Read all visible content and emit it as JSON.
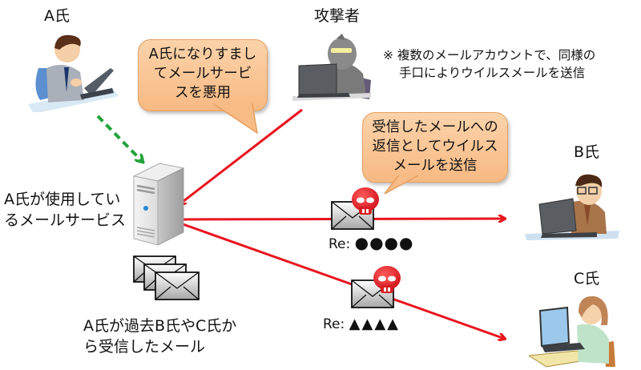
{
  "actors": {
    "person_a": {
      "name": "A氏"
    },
    "attacker": {
      "name": "攻撃者"
    },
    "person_b": {
      "name": "B氏"
    },
    "person_c": {
      "name": "C氏"
    }
  },
  "bubbles": {
    "impersonate": {
      "lines": [
        "A氏になりすまし",
        "てメールサービ",
        "スを悪用"
      ]
    },
    "reply_virus": {
      "lines": [
        "受信したメールへの",
        "返信としてウイルス",
        "メールを送信"
      ]
    }
  },
  "note": {
    "lines": [
      "※ 複数のメールアカウントで、同様の",
      "手口によりウイルスメールを送信"
    ]
  },
  "mail_service": {
    "lines": [
      "A氏が使用してい",
      "るメールサービス"
    ]
  },
  "past_mail": {
    "lines": [
      "A氏が過去B氏やC氏か",
      "ら受信したメール"
    ]
  },
  "virus_mails": [
    {
      "subject_prefix": "Re:",
      "subject_mask": "●●●●",
      "recipient": "B氏"
    },
    {
      "subject_prefix": "Re:",
      "subject_mask": "▲▲▲▲",
      "recipient": "C氏"
    }
  ],
  "colors": {
    "attack_arrow": "#e8141e",
    "legit_arrow": "#22a33a",
    "bubble_fill": "#f9c594",
    "skull": "#e8262c"
  }
}
